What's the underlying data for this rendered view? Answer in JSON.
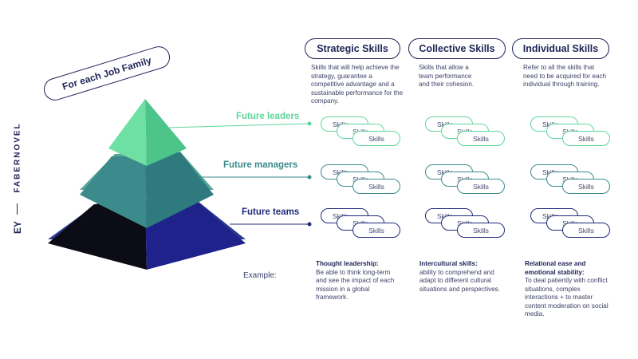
{
  "brand": {
    "agency": "FABERNOVEL",
    "partner": "EY"
  },
  "job_family_label": "For each Job Family",
  "columns": [
    {
      "title": "Strategic Skills",
      "description": "Skills that will help achieve the strategy, guarantee a competitive advantage and a sustainable performance for the company."
    },
    {
      "title": "Collective Skills",
      "description": "Skills that allow a team performance and their cohesion."
    },
    {
      "title": "Individual Skills",
      "description": "Refer to all the skills that need to be acquired for each individual through training."
    }
  ],
  "levels": [
    {
      "label": "Future leaders",
      "color": "#5ed69c"
    },
    {
      "label": "Future managers",
      "color": "#3b8a8a"
    },
    {
      "label": "Future teams",
      "color": "#1f2a7a"
    }
  ],
  "skill_label": "Skills",
  "example_label": "Example:",
  "examples": [
    {
      "title": "Thought leadership:",
      "text": "Be able to think long-term and see the impact of each mission in a global framework."
    },
    {
      "title": "Intercultural skills:",
      "text": "ability to comprehend and adapt to different cultural situations and perspectives."
    },
    {
      "title": "Relational ease and emotional stability:",
      "text": "To deal patiently with conflict situations, complex interactions + to master content moderation on social media."
    }
  ],
  "pyramid_colors": {
    "top_left": "#6ee0a4",
    "top_right": "#4cc48a",
    "mid_top": "#56a79a",
    "mid_left": "#3d8a8c",
    "mid_right": "#2f7a7e",
    "bot_top": "#2b3a8e",
    "bot_left": "#0c0c16",
    "bot_right": "#1e228a"
  }
}
